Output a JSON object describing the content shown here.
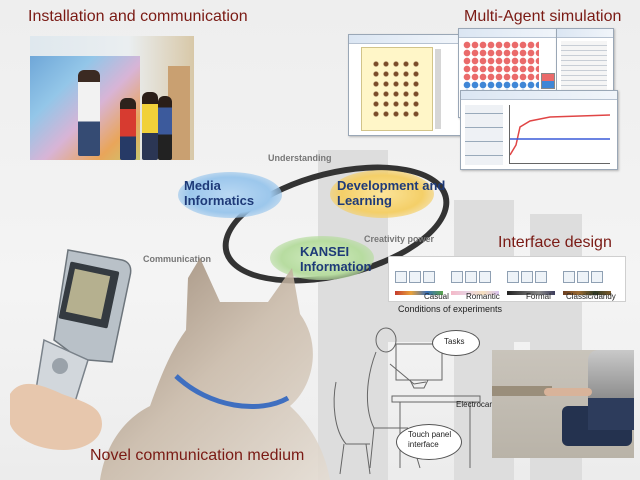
{
  "titles": {
    "installation": "Installation and communication",
    "multi_agent": "Multi-Agent simulation",
    "interface": "Interface design",
    "novel": "Novel communication medium"
  },
  "diagram": {
    "nodes": {
      "media": "Media\nInformatics",
      "development": "Development and\nLearning",
      "kansei": "KANSEI\nInformation"
    },
    "edges": {
      "understanding": "Understanding",
      "creativity": "Creativity power",
      "communication": "Communication"
    }
  },
  "interface_design": {
    "conditions": [
      "Casual",
      "Romantic",
      "Formal",
      "Classic/dandy"
    ],
    "conditions_caption": "Conditions of experiments",
    "callouts": {
      "tasks": "Tasks",
      "electrocar": "Electrocar",
      "touch_panel": "Touch panel\ninterface"
    }
  },
  "colors": {
    "title": "#7a1a14",
    "node_text": "#1e3a78",
    "media_bubble": "#9cc7ec",
    "development_bubble": "#f4cf68",
    "kansei_bubble": "#b7dca0"
  }
}
